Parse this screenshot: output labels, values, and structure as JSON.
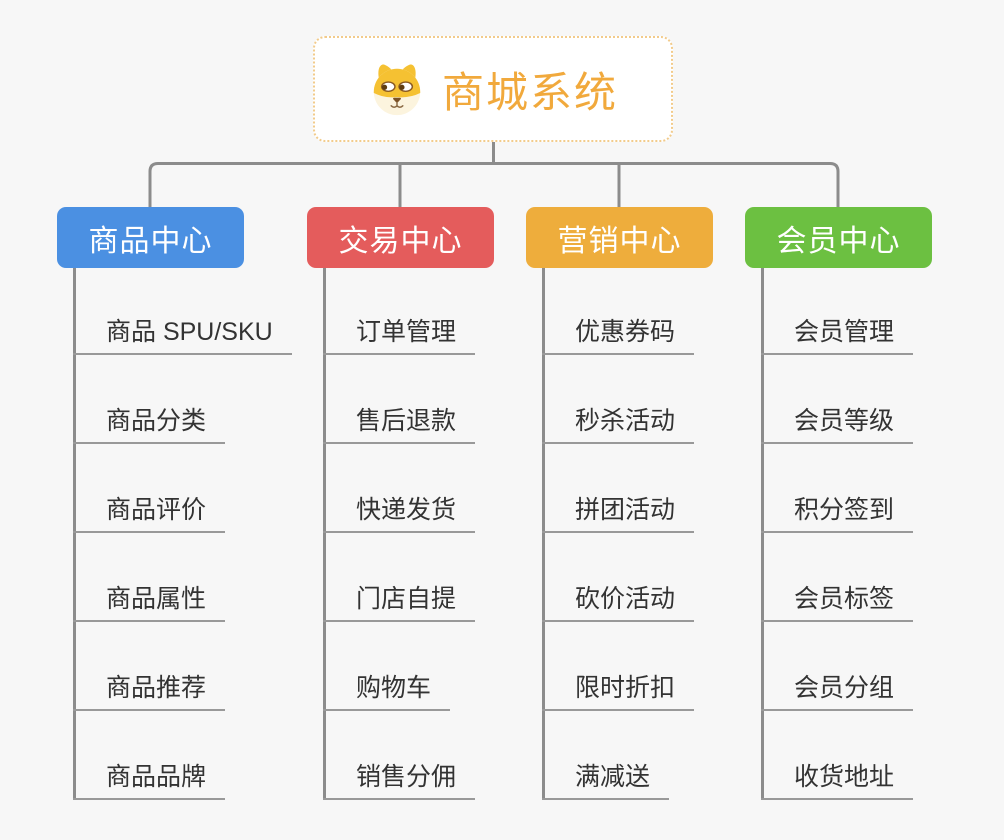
{
  "root": {
    "title": "商城系统",
    "icon": "shiba-dog-icon"
  },
  "branches": [
    {
      "id": "product-center",
      "label": "商品中心",
      "color": "#4b90e2",
      "children": [
        "商品 SPU/SKU",
        "商品分类",
        "商品评价",
        "商品属性",
        "商品推荐",
        "商品品牌"
      ]
    },
    {
      "id": "trade-center",
      "label": "交易中心",
      "color": "#e45c5c",
      "children": [
        "订单管理",
        "售后退款",
        "快递发货",
        "门店自提",
        "购物车",
        "销售分佣"
      ]
    },
    {
      "id": "marketing-center",
      "label": "营销中心",
      "color": "#eead3c",
      "children": [
        "优惠券码",
        "秒杀活动",
        "拼团活动",
        "砍价活动",
        "限时折扣",
        "满减送"
      ]
    },
    {
      "id": "member-center",
      "label": "会员中心",
      "color": "#6cc041",
      "children": [
        "会员管理",
        "会员等级",
        "积分签到",
        "会员标签",
        "会员分组",
        "收货地址"
      ]
    }
  ],
  "colors": {
    "background": "#f7f7f7",
    "connector": "#8c8c8c",
    "underline": "#999999",
    "root_text": "#f1a93c",
    "root_border": "#f2cb8b",
    "child_text": "#333333"
  }
}
